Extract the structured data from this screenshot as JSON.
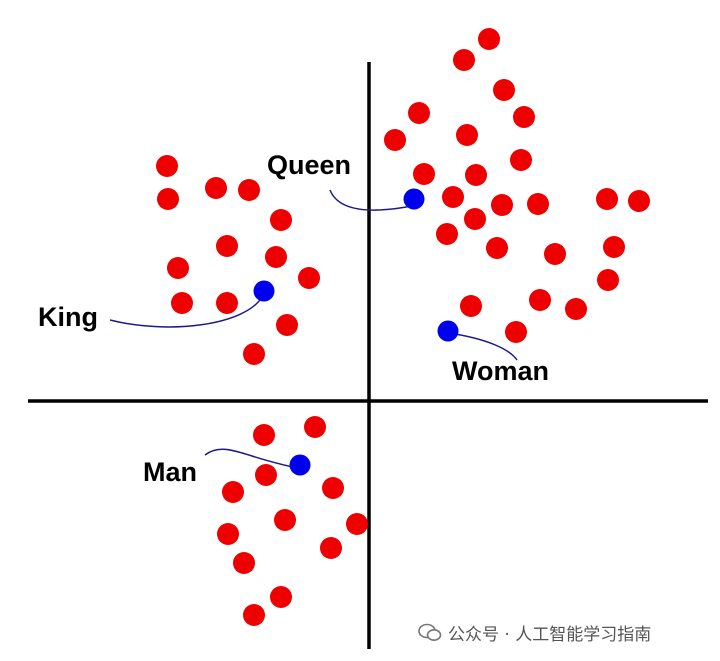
{
  "colors": {
    "other_words": "#ee0000",
    "highlighted_words": "#0000ee",
    "axes": "#000000",
    "leader_lines": "#1a1a8c"
  },
  "labels": {
    "queen": "Queen",
    "king": "King",
    "woman": "Woman",
    "man": "Man"
  },
  "watermark": {
    "icon": "wechat-icon",
    "text": "公众号 · 人工智能学习指南"
  }
}
